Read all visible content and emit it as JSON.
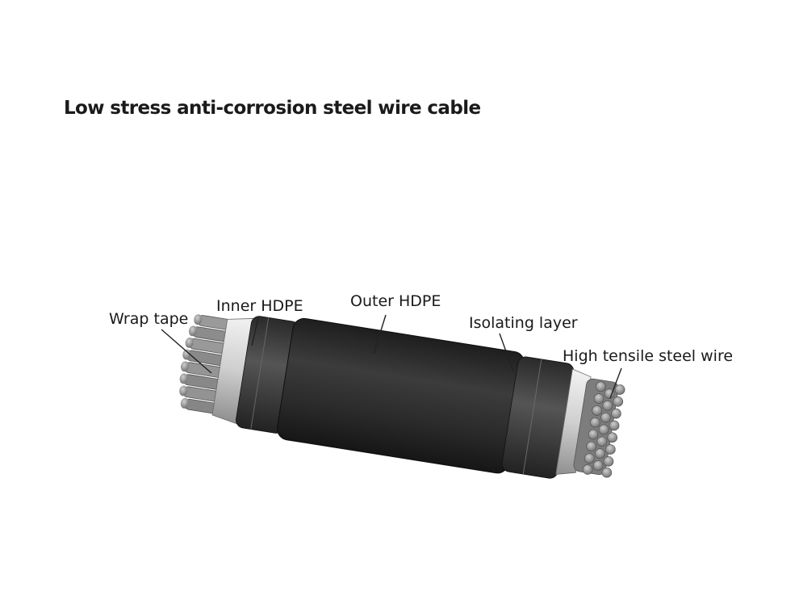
{
  "title": "Low stress anti-corrosion steel wire cable",
  "labels": {
    "wrap_tape": "Wrap tape",
    "inner_hdpe": "Inner HDPE",
    "outer_hdpe": "Outer HDPE",
    "isolating_layer": "Isolating layer",
    "steel_wire": "High tensile steel wire"
  },
  "colors": {
    "sheath_dark": "#2b2b2b",
    "sheath_mid": "#4a4a4a",
    "wire": "#8a8a8a",
    "tape": "#e6e6e6"
  }
}
